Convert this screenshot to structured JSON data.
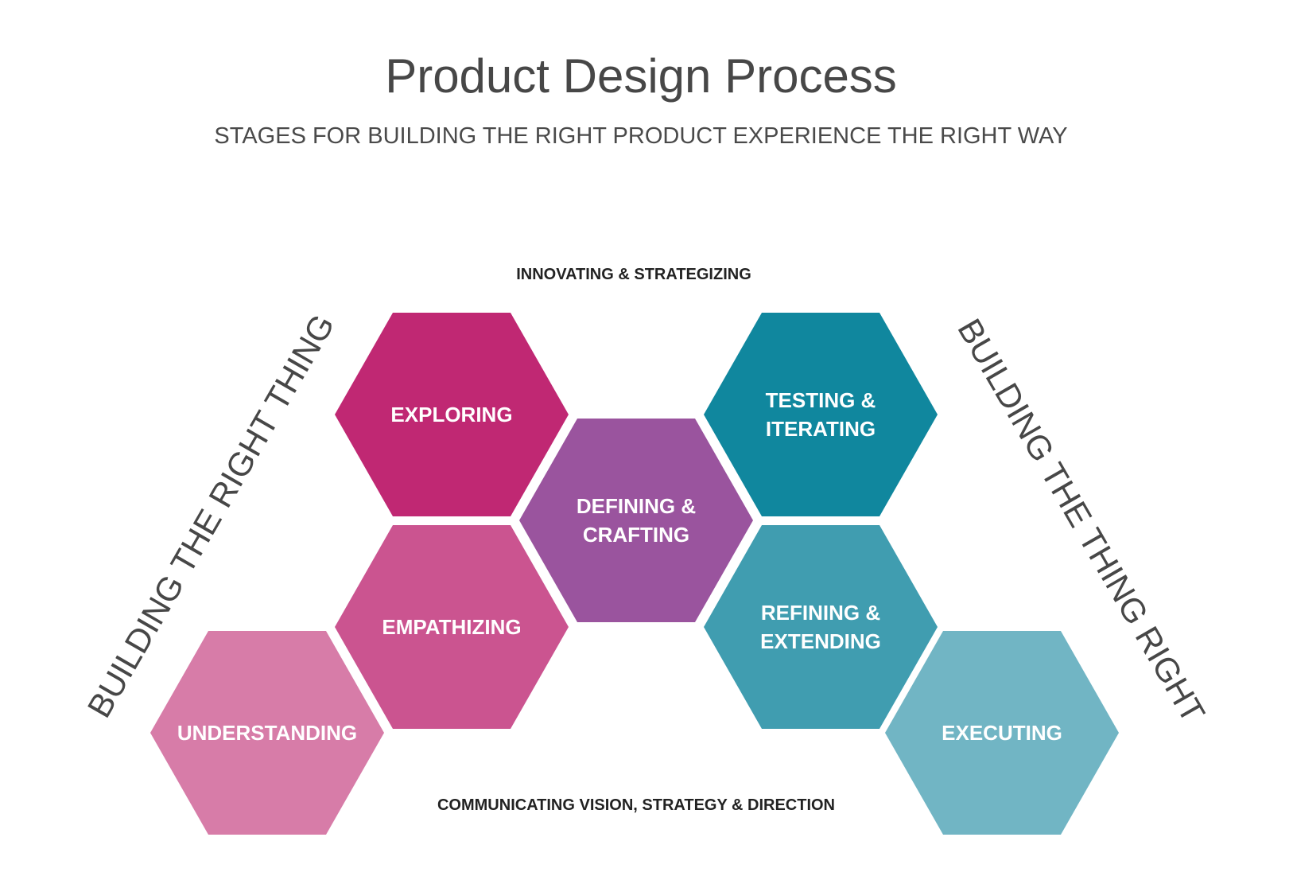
{
  "title": "Product Design Process",
  "subtitle": "STAGES FOR BUILDING THE RIGHT PRODUCT EXPERIENCE THE RIGHT WAY",
  "top_label": "INNOVATING & STRATEGIZING",
  "bottom_label": "COMMUNICATING VISION, STRATEGY & DIRECTION",
  "left_label": "BUILDING THE RIGHT THING",
  "right_label": "BUILDING THE THING RIGHT",
  "stages": [
    {
      "id": "understanding",
      "lines": [
        "UNDERSTANDING"
      ],
      "color": "#D77CA8"
    },
    {
      "id": "empathizing",
      "lines": [
        "EMPATHIZING"
      ],
      "color": "#CB5490"
    },
    {
      "id": "exploring",
      "lines": [
        "EXPLORING"
      ],
      "color": "#C02873"
    },
    {
      "id": "defining",
      "lines": [
        "DEFINING &",
        "CRAFTING"
      ],
      "color": "#9A549E"
    },
    {
      "id": "testing",
      "lines": [
        "TESTING &",
        "ITERATING"
      ],
      "color": "#10879E"
    },
    {
      "id": "refining",
      "lines": [
        "REFINING &",
        "EXTENDING"
      ],
      "color": "#409DB0"
    },
    {
      "id": "executing",
      "lines": [
        "EXECUTING"
      ],
      "color": "#71B5C4"
    }
  ]
}
